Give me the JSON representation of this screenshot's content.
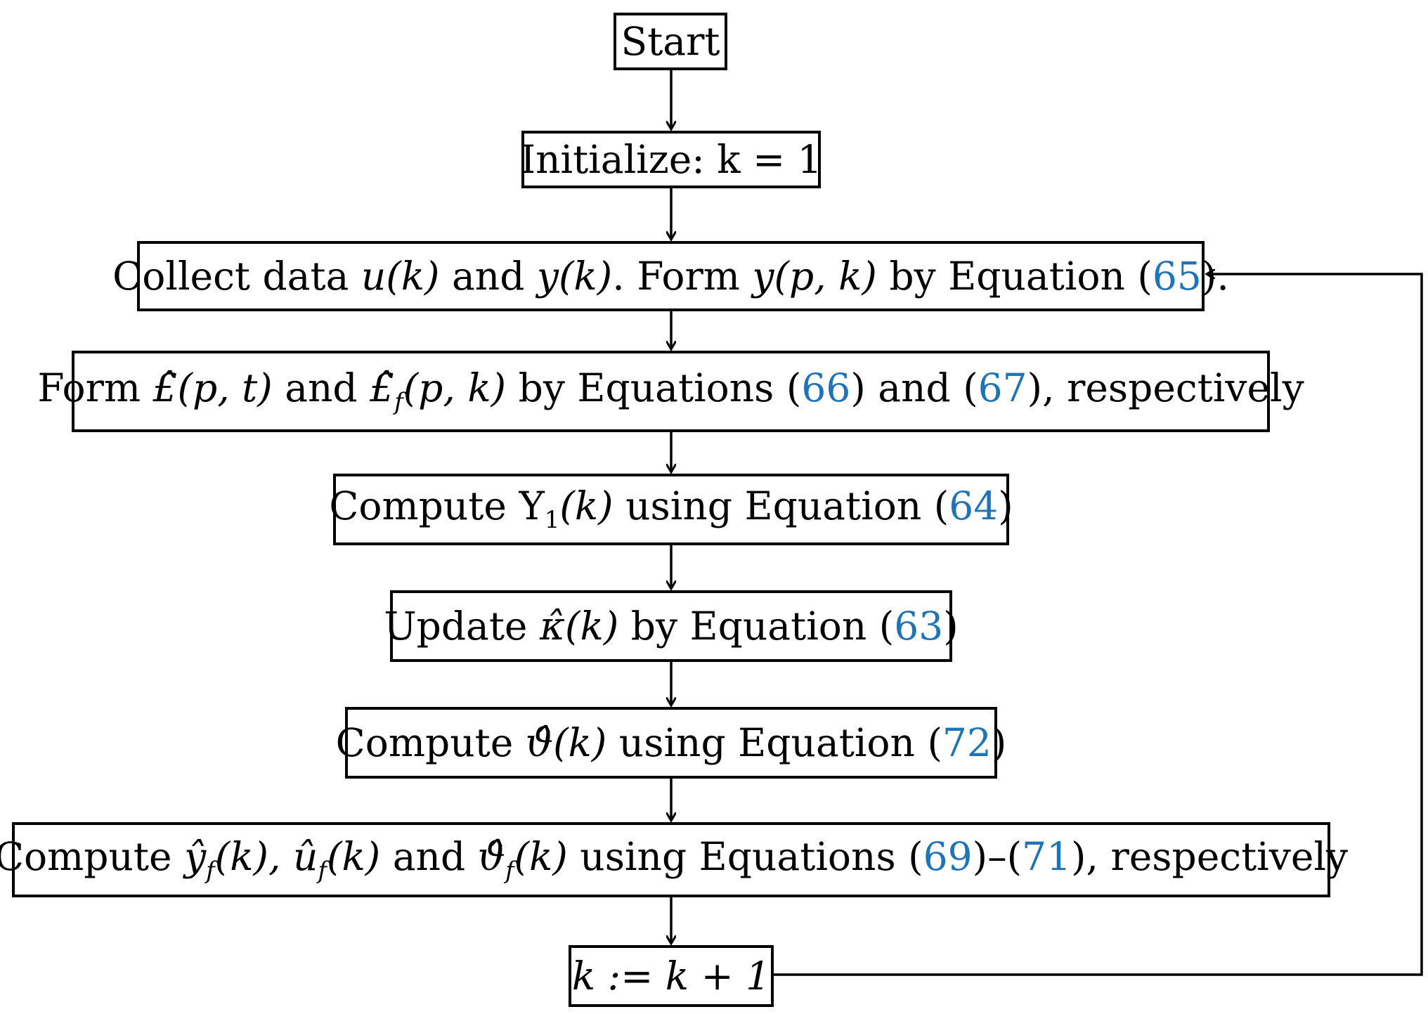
{
  "nodes": {
    "start": "Start",
    "init": "Initialize: k = 1",
    "collect": {
      "a": "Collect data ",
      "u": "u(k)",
      "b": " and ",
      "y": "y(k)",
      "c": ". Form ",
      "ypk": "y(p, k)",
      "d": " by Equation (",
      "ref": "65",
      "e": ")."
    },
    "form": {
      "a": "Form ",
      "L": "£̂(p, t)",
      "b": " and ",
      "Lf": "£̂",
      "f": "f",
      "Lf2": "(p, k)",
      "c": " by Equations (",
      "ref1": "66",
      "d": ") and (",
      "ref2": "67",
      "e": "), respectively"
    },
    "computeY": {
      "a": "Compute Υ",
      "sub": "1",
      "k": "(k)",
      "b": " using Equation (",
      "ref": "64",
      "c": ")"
    },
    "update": {
      "a": "Update ",
      "kap": "κ̂(k)",
      "b": " by Equation (",
      "ref": "63",
      "c": ")"
    },
    "computeV": {
      "a": "Compute ",
      "v": "ϑ̂(k)",
      "b": " using Equation (",
      "ref": "72",
      "c": ")"
    },
    "computeF": {
      "a": "Compute ",
      "y": "ŷ",
      "f1": "f",
      "k1": "(k), ",
      "u": "û",
      "f2": "f",
      "k2": "(k)",
      "b": " and ",
      "v": "ϑ̂",
      "f3": "f",
      "k3": "(k)",
      "c": " using Equations (",
      "ref1": "69",
      "d": ")–(",
      "ref2": "71",
      "e": "), respectively"
    },
    "increment": "k := k + 1"
  },
  "colors": {
    "reference": "#1f73b7",
    "line": "#000000"
  }
}
